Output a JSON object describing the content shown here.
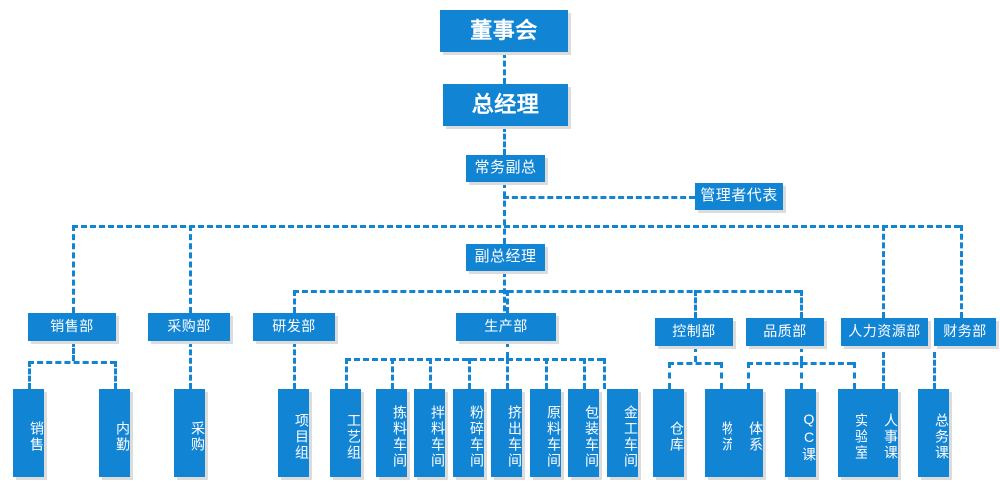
{
  "chart": {
    "title_node": "董事会",
    "type": "organization-chart",
    "orientation": "top-down",
    "colors": {
      "node_fill": "#1284d4",
      "node_text": "#ffffff",
      "connector": "#1284d4",
      "shadow": "#dcdcdc",
      "background": "#ffffff"
    },
    "levels": [
      {
        "level": 1,
        "nodes": [
          "董事会"
        ]
      },
      {
        "level": 2,
        "nodes": [
          "总经理"
        ]
      },
      {
        "level": 3,
        "nodes": [
          "常务副总",
          "管理者代表"
        ]
      },
      {
        "level": 4,
        "nodes": [
          "副总经理"
        ]
      },
      {
        "level": 5,
        "nodes": [
          "销售部",
          "采购部",
          "研发部",
          "生产部",
          "控制部",
          "品质部",
          "人力资源部",
          "财务部"
        ]
      },
      {
        "level": 6,
        "nodes": [
          "销售",
          "内勤",
          "采购",
          "项目组",
          "工艺组",
          "拣料车间",
          "拌料车间",
          "粉碎车间",
          "挤出车间",
          "原料车间",
          "包装车间",
          "金工车间",
          "仓库",
          "物流",
          "体系",
          "QC课",
          "实验室",
          "人事课",
          "总务课"
        ]
      }
    ]
  },
  "nodes": {
    "board": {
      "label": "董事会"
    },
    "general_manager": {
      "label": "总经理"
    },
    "executive_vp": {
      "label": "常务副总"
    },
    "mgmt_rep": {
      "label": "管理者代表"
    },
    "deputy_gm": {
      "label": "副总经理"
    },
    "sales_dept": {
      "label": "销售部"
    },
    "purchasing_dept": {
      "label": "采购部"
    },
    "rd_dept": {
      "label": "研发部"
    },
    "production_dept": {
      "label": "生产部"
    },
    "control_dept": {
      "label": "控制部"
    },
    "quality_dept": {
      "label": "品质部"
    },
    "hr_dept": {
      "label": "人力资源部"
    },
    "finance_dept": {
      "label": "财务部"
    },
    "sales_team": {
      "label": "销售"
    },
    "inner_office": {
      "label": "内勤"
    },
    "purchasing_team": {
      "label": "采购"
    },
    "project_group": {
      "label": "项目组"
    },
    "process_group": {
      "label": "工艺组"
    },
    "sorting_shop": {
      "label": "拣料车间"
    },
    "mixing_shop": {
      "label": "拌料车间"
    },
    "crushing_shop": {
      "label": "粉碎车间"
    },
    "extrusion_shop": {
      "label": "挤出车间"
    },
    "raw_material_shop": {
      "label": "原料车间"
    },
    "packaging_shop": {
      "label": "包装车间"
    },
    "metalwork_shop": {
      "label": "金工车间"
    },
    "warehouse": {
      "label": "仓库"
    },
    "logistics": {
      "label": "物流"
    },
    "system_section": {
      "label": "体系"
    },
    "qc_section": {
      "label": "QC课"
    },
    "laboratory": {
      "label": "实验室"
    },
    "personnel_section": {
      "label": "人事课"
    },
    "general_affairs": {
      "label": "总务课"
    }
  }
}
